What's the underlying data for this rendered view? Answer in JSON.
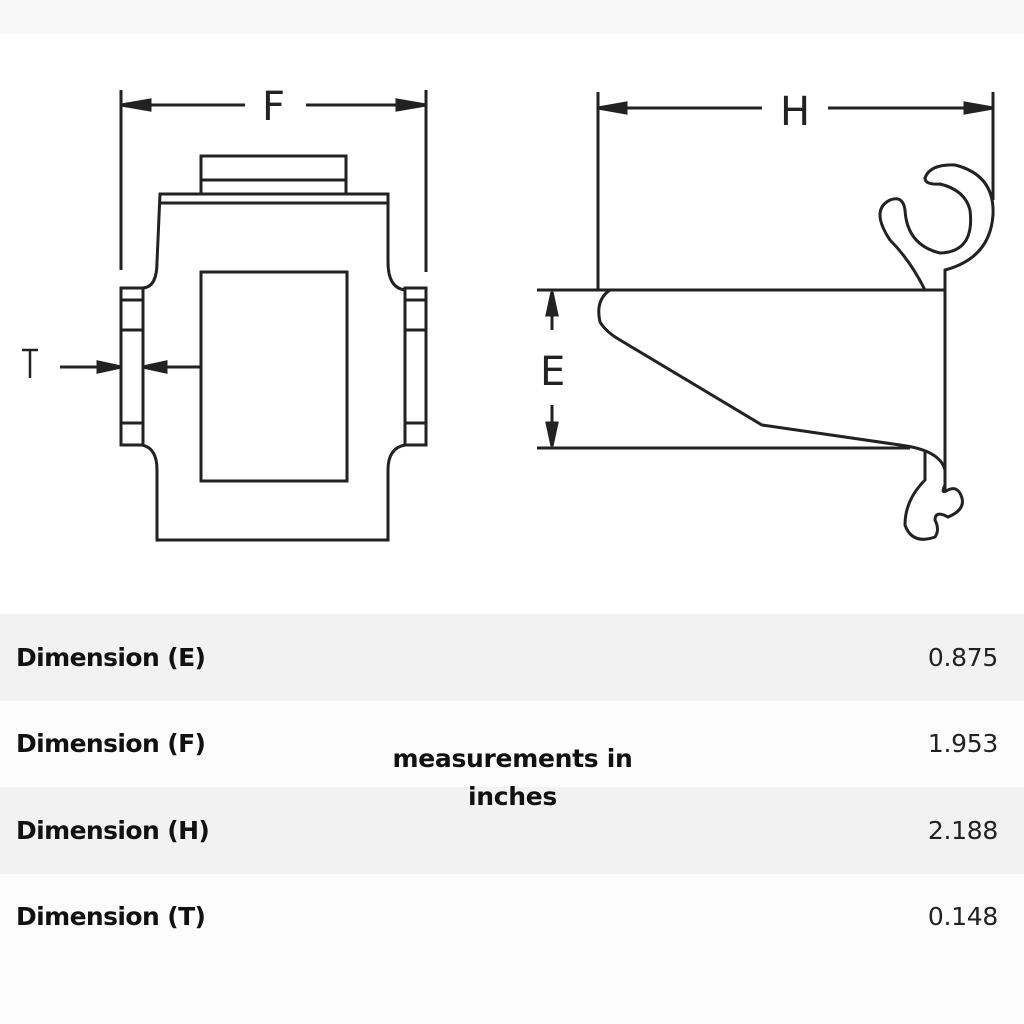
{
  "drawing": {
    "front_view": {
      "dimension_labels": [
        "F",
        "T"
      ]
    },
    "side_view": {
      "dimension_labels": [
        "H",
        "E"
      ]
    }
  },
  "specs": {
    "rows": [
      {
        "label": "Dimension (E)",
        "value": "0.875"
      },
      {
        "label": "Dimension (F)",
        "value": "1.953"
      },
      {
        "label": "Dimension (H)",
        "value": "2.188"
      },
      {
        "label": "Dimension (T)",
        "value": "0.148"
      }
    ],
    "units_note": "measurements in inches"
  },
  "colors": {
    "line": "#222222",
    "row_shaded": "#f2f2f2",
    "row_plain": "#fcfcfc"
  }
}
